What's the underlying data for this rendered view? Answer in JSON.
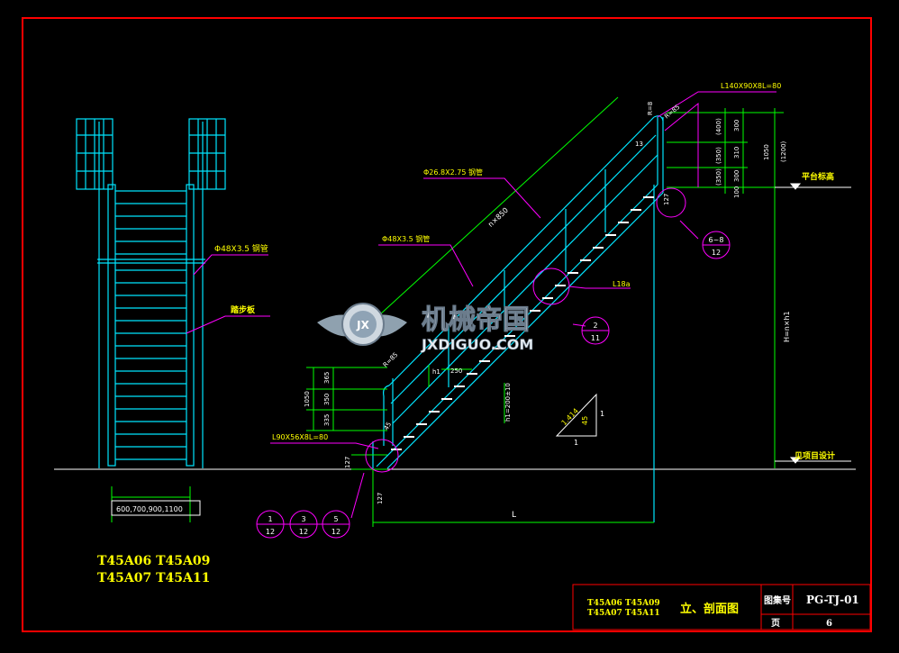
{
  "drawing_codes": {
    "line1": "T45A06  T45A09",
    "line2": "T45A07  T45A11"
  },
  "title_block": {
    "codes_top": "T45A06    T45A09",
    "codes_bottom": "T45A07    T45A11",
    "title": "立、剖面图",
    "atlas_label": "图集号",
    "atlas_number": "PG-TJ-01",
    "page_label": "页",
    "page_number": "6"
  },
  "front_view": {
    "pipe_note": "Φ48X3.5  钢管",
    "tread_note": "踏步板",
    "width_dim": "600,700,900,1100"
  },
  "side_view": {
    "top_angle_note": "L140X90X8L=80",
    "pipe_upper_note": "Φ26.8X2.75  钢管",
    "pipe_lower_note": "Φ48X3.5  钢管",
    "angle_steel_note": "L18a",
    "bottom_angle_note": "L90X56X8L=80",
    "rail_len": "n×850",
    "platform_label": "平台标高",
    "project_label": "见项目设计",
    "height_dim": "H=n×h1",
    "length_dim": "L",
    "top_dims": [
      "300",
      "310",
      "300",
      "(400)",
      "(350)",
      "(350)",
      "1050",
      "(1200)",
      "100",
      "13",
      "127"
    ],
    "bottom_dims": [
      "365",
      "350",
      "335",
      "1050"
    ],
    "step_dims": [
      "h1",
      "250",
      "h1=200±10"
    ],
    "radius_top": "R=85",
    "radius_top2": "R=8",
    "radius_bottom": "R=85",
    "angle_bottom": "45",
    "bottom_offsets": [
      "127",
      "127"
    ],
    "slope": {
      "hyp": "1.414",
      "angle": "45",
      "v": "1",
      "h": "1"
    }
  },
  "callouts": [
    {
      "top": "6~8",
      "bottom": "12"
    },
    {
      "top": "2",
      "bottom": "11"
    },
    {
      "top": "1",
      "bottom": "12"
    },
    {
      "top": "3",
      "bottom": "12"
    },
    {
      "top": "5",
      "bottom": "12"
    }
  ],
  "watermark": {
    "cn": "机械帝国",
    "en": "JXDIGUO.COM",
    "badge": "JX"
  },
  "colors": {
    "frame": "#ff0000",
    "structure": "#00e5ff",
    "text": "#ffff00",
    "leader": "#ff00ff",
    "dim": "#00ff00",
    "white": "#ffffff"
  }
}
